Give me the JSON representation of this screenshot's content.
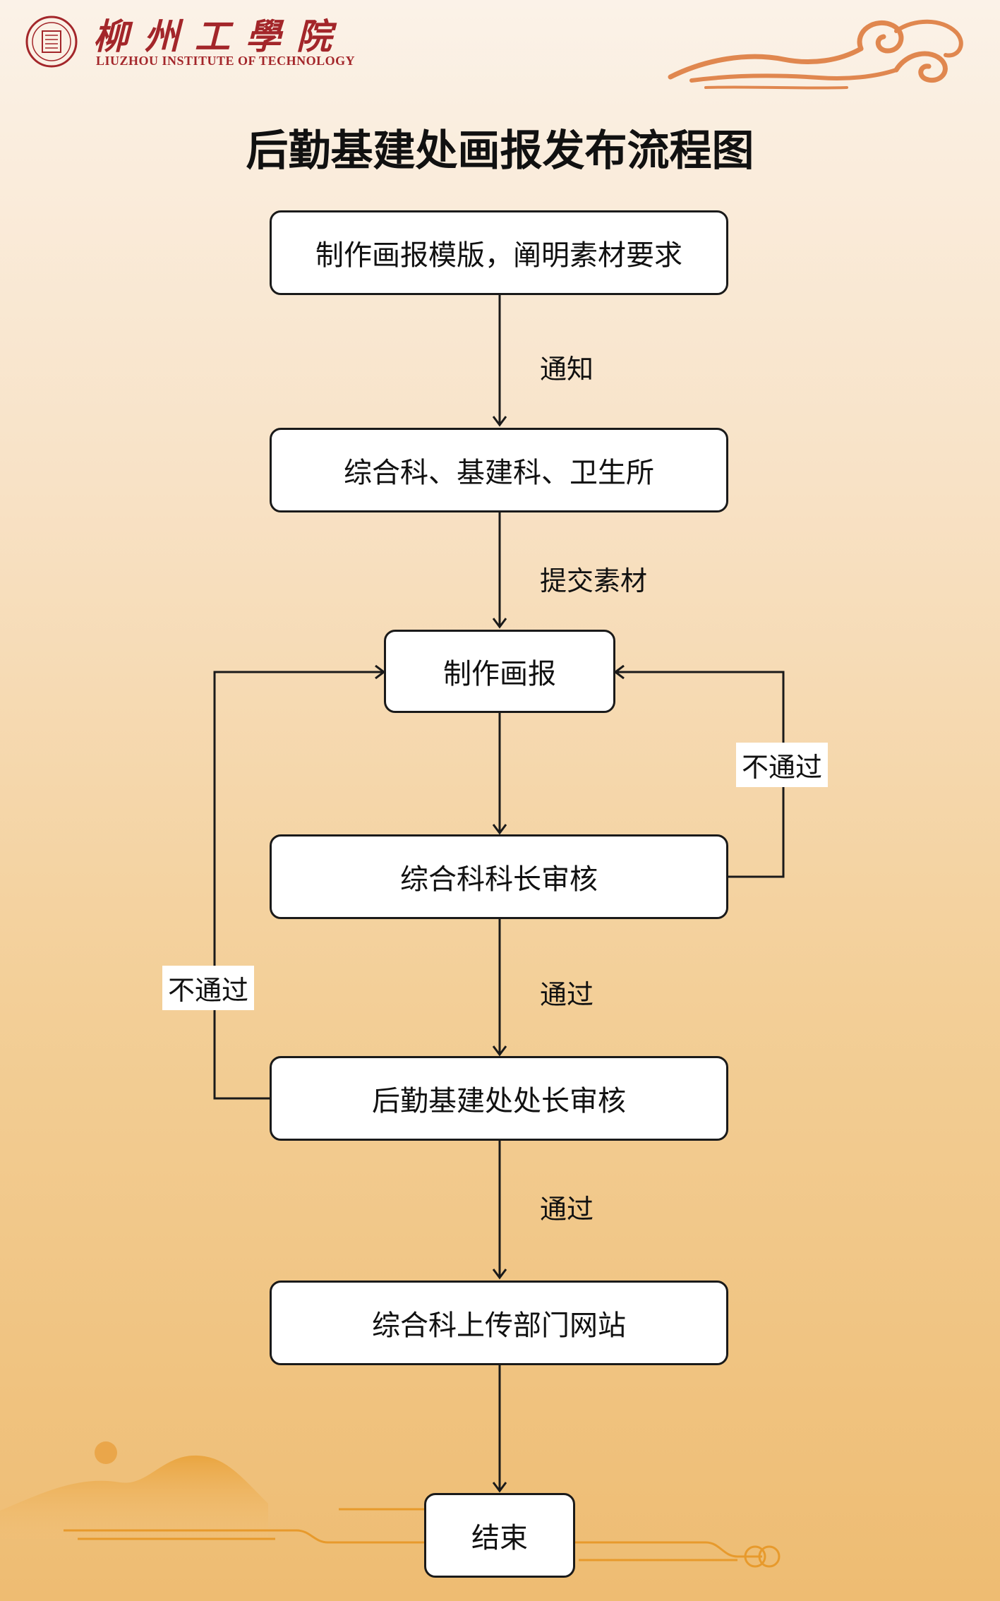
{
  "header": {
    "logo_cn": "柳州工學院",
    "logo_en": "LIUZHOU INSTITUTE OF TECHNOLOGY"
  },
  "title": "后勤基建处画报发布流程图",
  "flow": {
    "nodes": {
      "make_template": "制作画报模版，阐明素材要求",
      "departments": "综合科、基建科、卫生所",
      "make_poster": "制作画报",
      "section_chief_review": "综合科科长审核",
      "director_review": "后勤基建处处长审核",
      "upload": "综合科上传部门网站",
      "end": "结束"
    },
    "edges": {
      "notify": "通知",
      "submit": "提交素材",
      "reject_right": "不通过",
      "pass_1": "通过",
      "reject_left": "不通过",
      "pass_2": "通过"
    }
  },
  "colors": {
    "brand_red": "#a3262a",
    "deco_orange": "#e0874f",
    "line": "#1a1a1a"
  }
}
